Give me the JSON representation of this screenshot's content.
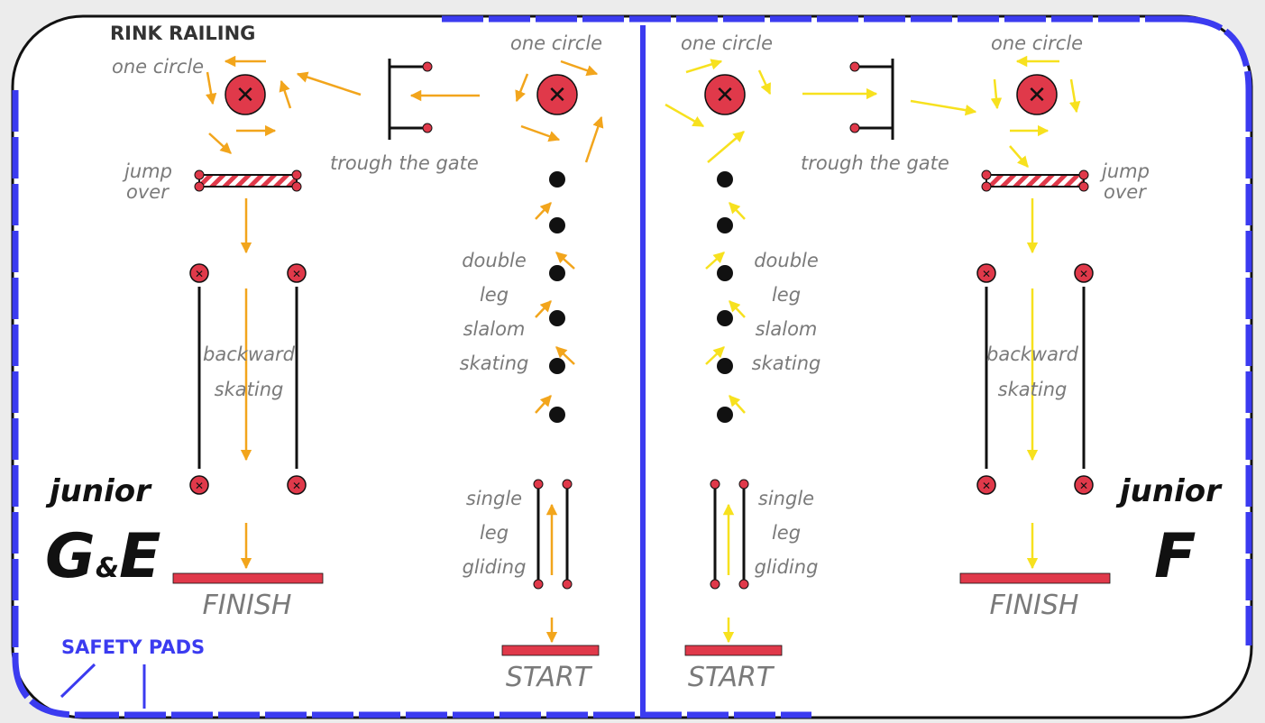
{
  "title": "RINK RAILING",
  "safety_pads": "SAFETY PADS",
  "left": {
    "circle_a": "one circle",
    "circle_b": "one circle",
    "gate": "trough the gate",
    "jump": [
      "jump",
      "over"
    ],
    "backward": [
      "backward",
      "skating"
    ],
    "slalom": [
      "double",
      "leg",
      "slalom",
      "skating"
    ],
    "gliding": [
      "single",
      "leg",
      "gliding"
    ],
    "start": "START",
    "finish": "FINISH",
    "category_top": "junior",
    "category_main": "G",
    "category_amp": "&",
    "category_end": "E",
    "arrow_color": "#f2a51c"
  },
  "right": {
    "circle_a": "one circle",
    "circle_b": "one circle",
    "gate": "trough the gate",
    "jump": [
      "jump",
      "over"
    ],
    "backward": [
      "backward",
      "skating"
    ],
    "slalom": [
      "double",
      "leg",
      "slalom",
      "skating"
    ],
    "gliding": [
      "single",
      "leg",
      "gliding"
    ],
    "start": "START",
    "finish": "FINISH",
    "category_top": "junior",
    "category_main": "F",
    "arrow_color": "#f7e11e"
  },
  "colors": {
    "rail": "#111111",
    "pads": "#3b3bf0",
    "bar": "#e0394a",
    "marker": "#e0394a"
  }
}
